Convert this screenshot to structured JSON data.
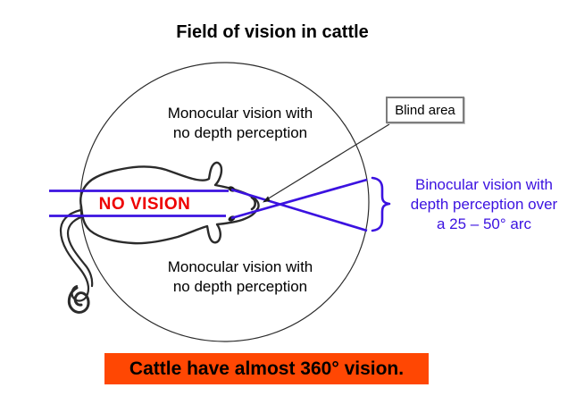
{
  "title": "Field of vision in cattle",
  "diagram": {
    "monocular_top": {
      "lines": [
        "Monocular vision with",
        "no depth perception"
      ]
    },
    "monocular_bottom": {
      "lines": [
        "Monocular vision with",
        "no depth perception"
      ]
    },
    "no_vision_label": "NO VISION",
    "blind_area_label": "Blind area",
    "binocular": {
      "lines": [
        "Binocular vision with",
        "depth perception over",
        "a 25 – 50° arc"
      ]
    },
    "colors": {
      "vision_blue": "#3b12e0",
      "no_vision_red": "#ee0000",
      "banner_orange": "#ff4703"
    }
  },
  "banner": {
    "text": "Cattle have almost 360° vision."
  }
}
